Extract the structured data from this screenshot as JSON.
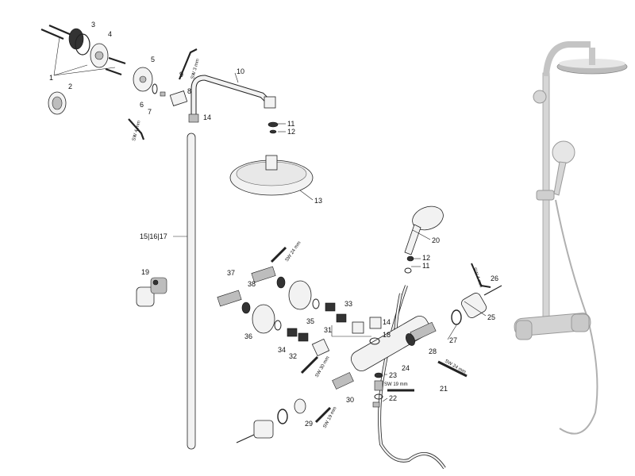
{
  "callouts": [
    {
      "id": "c1",
      "text": "1"
    },
    {
      "id": "c2",
      "text": "2"
    },
    {
      "id": "c3",
      "text": "3"
    },
    {
      "id": "c4",
      "text": "4"
    },
    {
      "id": "c5",
      "text": "5"
    },
    {
      "id": "c6",
      "text": "6"
    },
    {
      "id": "c7",
      "text": "7"
    },
    {
      "id": "c8",
      "text": "8"
    },
    {
      "id": "c9",
      "text": "9"
    },
    {
      "id": "c10",
      "text": "10"
    },
    {
      "id": "c11",
      "text": "11"
    },
    {
      "id": "c12a",
      "text": "12"
    },
    {
      "id": "c13",
      "text": "13"
    },
    {
      "id": "c14a",
      "text": "14"
    },
    {
      "id": "c15",
      "text": "15|16|17"
    },
    {
      "id": "c19",
      "text": "19"
    },
    {
      "id": "c20",
      "text": "20"
    },
    {
      "id": "c12b",
      "text": "12"
    },
    {
      "id": "c11b",
      "text": "11"
    },
    {
      "id": "c26",
      "text": "26"
    },
    {
      "id": "c25",
      "text": "25"
    },
    {
      "id": "c37",
      "text": "37"
    },
    {
      "id": "c38",
      "text": "38"
    },
    {
      "id": "c33",
      "text": "33"
    },
    {
      "id": "c35",
      "text": "35"
    },
    {
      "id": "c14b",
      "text": "14"
    },
    {
      "id": "c18",
      "text": "18"
    },
    {
      "id": "c31",
      "text": "31"
    },
    {
      "id": "c36",
      "text": "36"
    },
    {
      "id": "c34",
      "text": "34"
    },
    {
      "id": "c32",
      "text": "32"
    },
    {
      "id": "c27",
      "text": "27"
    },
    {
      "id": "c28",
      "text": "28"
    },
    {
      "id": "c24",
      "text": "24"
    },
    {
      "id": "c23",
      "text": "23"
    },
    {
      "id": "c22",
      "text": "22"
    },
    {
      "id": "c21",
      "text": "21"
    },
    {
      "id": "c30",
      "text": "30"
    },
    {
      "id": "c29",
      "text": "29"
    }
  ],
  "wrench_labels": {
    "sw3": "SW 3 mm",
    "sw4a": "SW 4 mm",
    "sw24a": "SW 24 mm",
    "sw4b": "SW 4 mm",
    "sw24b": "SW 24 mm",
    "sw30": "SW 30 mm",
    "sw19a": "SW 19 mm",
    "sw19b": "SW 19 mm"
  },
  "colors": {
    "line": "#222222",
    "chrome": "#c8c8c8",
    "background": "#ffffff"
  }
}
